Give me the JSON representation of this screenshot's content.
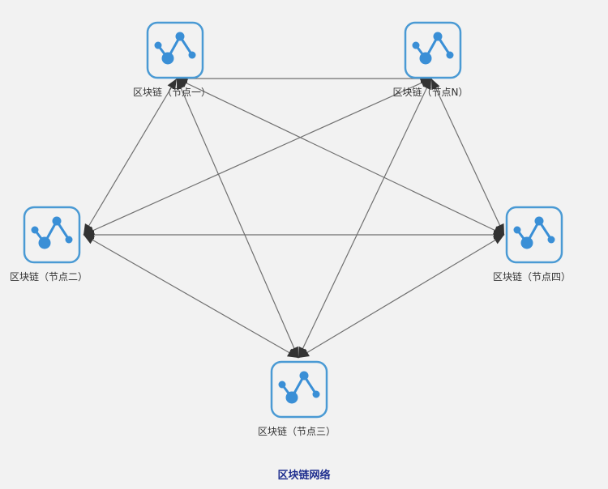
{
  "title": "区块链网络",
  "nodes": [
    {
      "id": "n1",
      "label": "区块链（节点一）"
    },
    {
      "id": "nN",
      "label": "区块链（节点N）"
    },
    {
      "id": "n2",
      "label": "区块链（节点二）"
    },
    {
      "id": "n4",
      "label": "区块链（节点四）"
    },
    {
      "id": "n3",
      "label": "区块链（节点三）"
    }
  ],
  "colors": {
    "icon_border": "#4a9ad4",
    "icon_glyph": "#3a8fd6",
    "edge": "#707070",
    "arrowhead": "#333333",
    "caption": "#1f2f8f"
  }
}
